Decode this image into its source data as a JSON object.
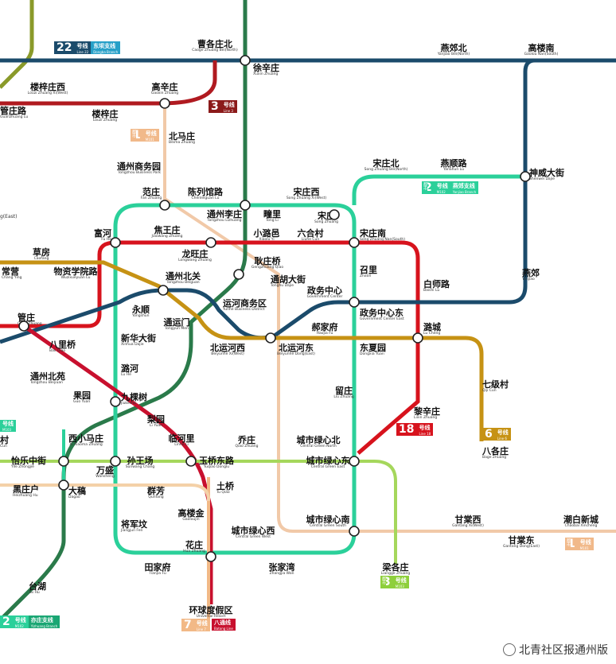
{
  "colors": {
    "l1": "#c8102e",
    "l3": "#c8102e",
    "l6": "#c69214",
    "l7": "#f2b987",
    "l8": "#2a7a4a",
    "l22": "#1b4b6b",
    "m101": "#f1b98a",
    "m102": "#2bd09a",
    "m103": "#8ecf3b",
    "pinggu": "#3f7cc4",
    "yizhuang": "#1aa673",
    "m3": "#a5d75c",
    "l3pink": "#e9a6a0"
  },
  "stations": {
    "caogezhuang_bei": {
      "cn": "曹各庄北",
      "en": "Caoge Zhuang Bei(North)"
    },
    "xuxinzhuang": {
      "cn": "徐辛庄",
      "en": "Xuxin Zhuang"
    },
    "yanjiao_bei": {
      "cn": "燕郊北",
      "en": "Yanjiao Bei(North)"
    },
    "gaolou_nan": {
      "cn": "高楼南",
      "en": "Gaolou Nan(South)"
    },
    "louzizhuang_xi": {
      "cn": "楼梓庄西",
      "en": "Louzi Zhuang Xi(West)"
    },
    "louzizhuang": {
      "cn": "楼梓庄",
      "en": "Louzi Zhuang"
    },
    "gaoxinzhuang": {
      "cn": "高辛庄",
      "en": "Gaoxin Zhuang"
    },
    "guanzhuanglu": {
      "cn": "管庄路",
      "en": "Guanzhuang Lu"
    },
    "beimazhuang": {
      "cn": "北马庄",
      "en": "Beima Zhuang"
    },
    "tongzhou_bp": {
      "cn": "通州商务园",
      "en": "Tongzhou Business Park"
    },
    "songzhuang_bei": {
      "cn": "宋庄北",
      "en": "Song Zhuang Bei(North)"
    },
    "yanshunlu": {
      "cn": "燕顺路",
      "en": "YanShun Lu"
    },
    "shenweidajie": {
      "cn": "神威大街",
      "en": "Shenwei Dajie"
    },
    "fanzhuang": {
      "cn": "范庄",
      "en": "Fan Zhuang"
    },
    "chenliezhuang": {
      "cn": "陈列馆路",
      "en": "Chenleiguan Lu"
    },
    "songzhuang_xi": {
      "cn": "宋庄西",
      "en": "Song Zhuang Xi(West)"
    },
    "tongzhoulizhuang": {
      "cn": "通州李庄",
      "en": "Tongzhou Lizhuang"
    },
    "tongli": {
      "cn": "疃里",
      "en": "Tong Li"
    },
    "songzhuang": {
      "cn": "宋庄",
      "en": "Song Zhuang"
    },
    "fuhe": {
      "cn": "富河",
      "en": "Fu He"
    },
    "jiaowangzhuang": {
      "cn": "焦王庄",
      "en": "Jiaowang Zhuang"
    },
    "xiaopuyi": {
      "cn": "小潞邑",
      "en": "Xiaolu Yi"
    },
    "liuhecun": {
      "cn": "六合村",
      "en": "Liuhe Cun"
    },
    "songzhuang_nan": {
      "cn": "宋庄南",
      "en": "Song Zhuang Nan(South)"
    },
    "longwangzhuang": {
      "cn": "龙旺庄",
      "en": "Longwang Zhuang"
    },
    "yanjiao": {
      "cn": "燕郊",
      "en": "Yanjiao"
    },
    "caofang": {
      "cn": "草房",
      "en": "Caofang"
    },
    "changying": {
      "cn": "常营",
      "en": "Chang Ying"
    },
    "wuzi": {
      "cn": "物资学院路",
      "en": "Wuzixueyuan Lu"
    },
    "tongzhoubeiguan": {
      "cn": "通州北关",
      "en": "Tongzhou Beiguan"
    },
    "gengzhuangqiao": {
      "cn": "耿庄桥",
      "en": "Gengzhuang Qiao"
    },
    "zhaoli": {
      "cn": "召里",
      "en": "Zhaoli"
    },
    "baishilu": {
      "cn": "白师路",
      "en": "Baishi Lu"
    },
    "tonghudajie": {
      "cn": "通胡大街",
      "en": "Tonghu Dajie"
    },
    "zhengwuzhongxin": {
      "cn": "政务中心",
      "en": "Government Center"
    },
    "yunheswq": {
      "cn": "运河商务区",
      "en": "Yunhe Business District"
    },
    "yongshun": {
      "cn": "永顺",
      "en": "Yongshun"
    },
    "zhengwuzhongxin_dong": {
      "cn": "政务中心东",
      "en": "Government Center East"
    },
    "guanzhuang": {
      "cn": "管庄",
      "en": "Guan Zhuang"
    },
    "tongyunmen": {
      "cn": "通运门",
      "en": "Tongyun Men"
    },
    "haojiafu": {
      "cn": "郝家府",
      "en": "Haojia Fu"
    },
    "lucheng": {
      "cn": "潞城",
      "en": "Lu Cheng"
    },
    "baliqiao": {
      "cn": "八里桥",
      "en": "Bali Qiao"
    },
    "xinhuadajie": {
      "cn": "新华大街",
      "en": "Xinhua Dajie"
    },
    "beiyunhe_xi": {
      "cn": "北运河西",
      "en": "Beiyunhe Xi(West)"
    },
    "beiyunhe_dong": {
      "cn": "北运河东",
      "en": "Beiyunhe Dong(East)"
    },
    "dongxiayuan": {
      "cn": "东夏园",
      "en": "Dongxia Yuan"
    },
    "qicun": {
      "cn": "七级村",
      "en": "Qiji Cun"
    },
    "luhe": {
      "cn": "潞河",
      "en": "Lu He"
    },
    "tongzhoubeiyuan": {
      "cn": "通州北苑",
      "en": "Tongzhou Beiyuan"
    },
    "liuzhuang": {
      "cn": "留庄",
      "en": "Liu Zhuang"
    },
    "guoyuan": {
      "cn": "果园",
      "en": "Guo Yuan"
    },
    "jiukeshu": {
      "cn": "九棵树",
      "en": "Jiukeshu"
    },
    "lixinzhuang": {
      "cn": "黎辛庄",
      "en": "Lixin Zhuang"
    },
    "liyuan": {
      "cn": "梨园",
      "en": "Li Yuan"
    },
    "cun": {
      "cn": "村",
      "en": "Cun"
    },
    "xixiaomazhuang": {
      "cn": "西小马庄",
      "en": "Xi Xiaoma Zhuang"
    },
    "linheli": {
      "cn": "临河里",
      "en": "Linhe Li"
    },
    "qiaozhuang": {
      "cn": "乔庄",
      "en": "Qiao Zhuang"
    },
    "chengshilvxinbei": {
      "cn": "城市绿心北",
      "en": "Central Green North"
    },
    "bagezhuang": {
      "cn": "八各庄",
      "en": "Bage Zhuang"
    },
    "yilezhongjie": {
      "cn": "怡乐中街",
      "en": "Yile Zhongjie"
    },
    "sunwangchang": {
      "cn": "孙王场",
      "en": "Sunwang Chang"
    },
    "yuqiaodonglu": {
      "cn": "玉桥东路",
      "en": "Yuqiao Donglu"
    },
    "chengshilvxindong": {
      "cn": "城市绿心东",
      "en": "Central Green East"
    },
    "wansheng": {
      "cn": "万盛",
      "en": "Wansheng"
    },
    "heiyinghu": {
      "cn": "黑庄户",
      "en": "Heizhuang Hu"
    },
    "dagao": {
      "cn": "大稿",
      "en": "Dagao"
    },
    "tuqiao": {
      "cn": "土桥",
      "en": "Tu Qiao"
    },
    "qunfang": {
      "cn": "群芳",
      "en": "Qunfang"
    },
    "gaoloujin": {
      "cn": "高楼金",
      "en": "Gaoloujin"
    },
    "chengshilvxinnan": {
      "cn": "城市绿心南",
      "en": "Central Green South"
    },
    "gantang_xi": {
      "cn": "甘棠西",
      "en": "Gantang Xi(West)"
    },
    "chaobaixincheng": {
      "cn": "潮白新城",
      "en": "Chaobai Xincheng"
    },
    "jiangjunfen": {
      "cn": "将军坟",
      "en": "Jiangjun Fen"
    },
    "chengshilvxinxi": {
      "cn": "城市绿心西",
      "en": "Central Green West"
    },
    "gantang_dong": {
      "cn": "甘棠东",
      "en": "Gantang Dong(East)"
    },
    "huazhuang": {
      "cn": "花庄",
      "en": "Hua Zhuang"
    },
    "tianjiafu": {
      "cn": "田家府",
      "en": "Tianjia Fu"
    },
    "zhangjiawan": {
      "cn": "张家湾",
      "en": "Zhangjia Wan"
    },
    "lianggezhuang": {
      "cn": "梁各庄",
      "en": "Liangge Zhuang"
    },
    "taihu": {
      "cn": "台湖",
      "en": "Tai Hu"
    },
    "universal": {
      "cn": "环球度假区",
      "en": "Universal Resort"
    },
    "east_cut": {
      "cn": "g(East)",
      "en": ""
    }
  },
  "badges": {
    "l22": {
      "num": "22",
      "a": "号线",
      "b": "Line 22",
      "sub": "东坝支线",
      "subEn": "Dongba Branch",
      "color": "#1b4b6b",
      "subColor": "#27a0c8"
    },
    "l3": {
      "num": "3",
      "a": "号线",
      "b": "Line 3",
      "color": "#8b1a1a"
    },
    "m101a": {
      "pre": "都市",
      "num": "1",
      "a": "号线",
      "b": "M101",
      "color": "#f1b98a"
    },
    "m102": {
      "pre": "都市",
      "num": "2",
      "a": "号线",
      "b": "M102",
      "sub": "燕郊支线",
      "subEn": "Yanjiao Branch",
      "color": "#2bd09a"
    },
    "l18": {
      "num": "18",
      "a": "号线",
      "b": "Line 18",
      "color": "#d7131d"
    },
    "l6": {
      "num": "6",
      "a": "号线",
      "b": "Line 6",
      "color": "#c69214"
    },
    "m101b": {
      "pre": "都市",
      "num": "1",
      "a": "号线",
      "b": "M101",
      "color": "#f1b98a"
    },
    "m3": {
      "pre": "都市",
      "num": "3",
      "a": "号线",
      "b": "M103",
      "color": "#8ecf3b"
    },
    "l7": {
      "num": "7",
      "a": "号线",
      "b": "Line 7",
      "color": "#f2b987"
    },
    "batong": {
      "sub": "八通线",
      "subEn": "Batong Line",
      "color": "#c8102e"
    },
    "yizhuang": {
      "num": "2",
      "a": "号线",
      "b": "M102",
      "sub": "亦庄支线",
      "subEn": "Yizhuang Branch",
      "color": "#2bd09a",
      "subColor": "#1aa673"
    },
    "m103left": {
      "num": "号线",
      "a": "",
      "b": "M103",
      "color": "#2bd09a"
    }
  },
  "watermark": {
    "text": "北青社区报通州版",
    "icon": "wechat-icon"
  }
}
